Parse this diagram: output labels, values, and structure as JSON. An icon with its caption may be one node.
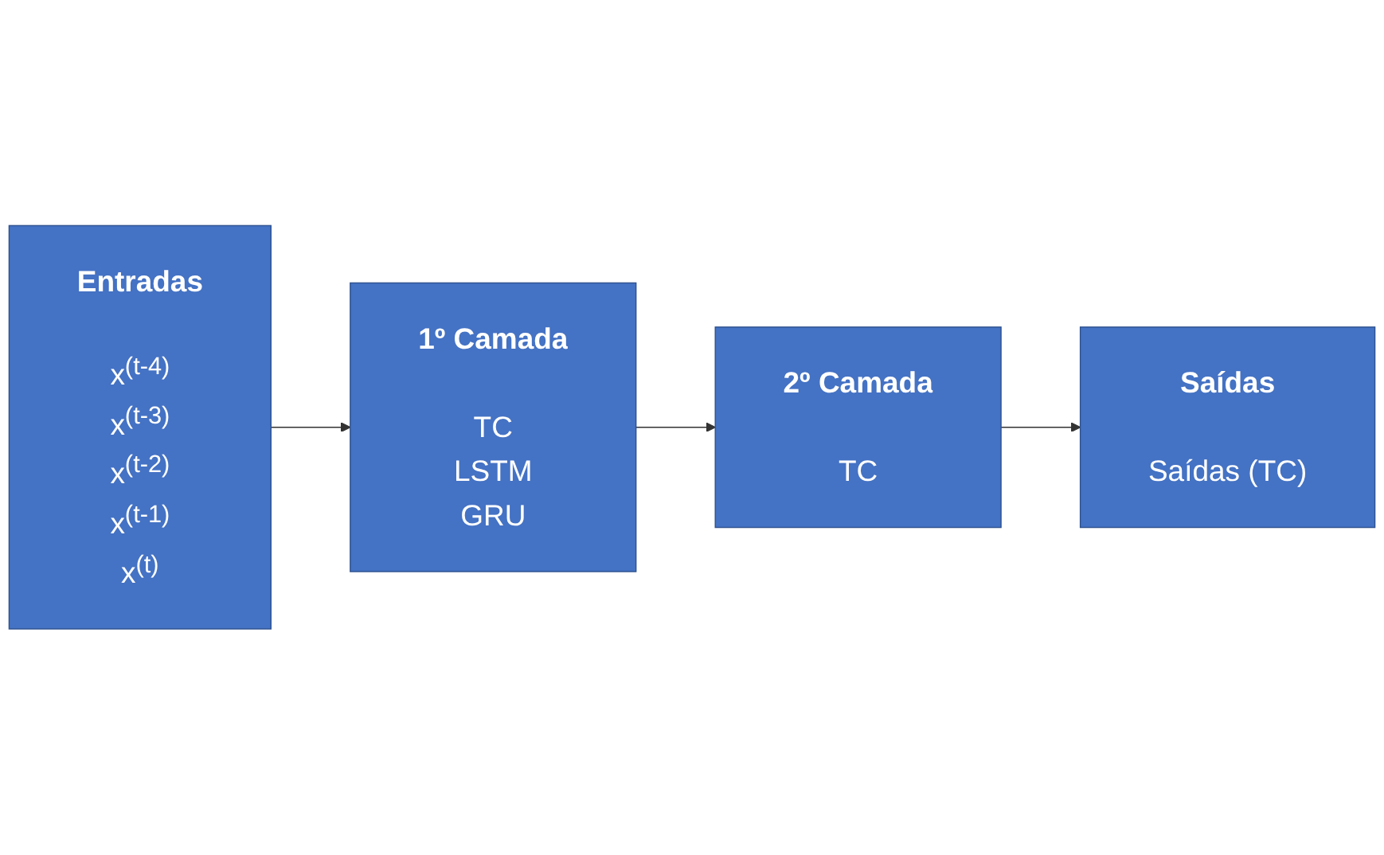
{
  "diagram": {
    "nodes": [
      {
        "text": [
          "Entradas",
          "x$^{(t-4)}$",
          "x$^{(t-3)}$",
          "x$^{(t-2)}$",
          "x$^{(t-1)}$",
          "x$^{(t)}$"
        ]
      },
      {
        "text": [
          "1º Camada",
          "TC",
          "LSTM",
          "GRU"
        ]
      },
      {
        "text": [
          "2º Camada",
          "TC"
        ]
      },
      {
        "text": [
          "Saídas",
          "Saídas (TC)"
        ]
      }
    ],
    "edges": [
      {
        "from": 0,
        "to": 1,
        "arrow": "to"
      },
      {
        "from": 1,
        "to": 2,
        "arrow": "to"
      },
      {
        "from": 2,
        "to": 3,
        "arrow": "to"
      }
    ]
  }
}
